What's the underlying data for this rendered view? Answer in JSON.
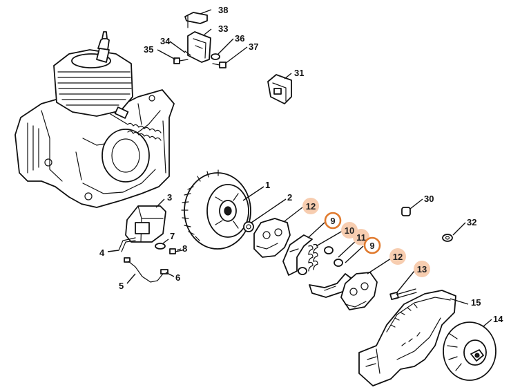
{
  "colors": {
    "highlight_fill": "#f7cdb0",
    "highlight_ring": "#e07a2e",
    "line": "#111111",
    "background": "#ffffff"
  },
  "callouts": [
    {
      "id": "38",
      "label": "38",
      "style": "plain"
    },
    {
      "id": "33",
      "label": "33",
      "style": "plain"
    },
    {
      "id": "34",
      "label": "34",
      "style": "plain"
    },
    {
      "id": "35",
      "label": "35",
      "style": "plain"
    },
    {
      "id": "36",
      "label": "36",
      "style": "plain"
    },
    {
      "id": "37",
      "label": "37",
      "style": "plain"
    },
    {
      "id": "31",
      "label": "31",
      "style": "plain"
    },
    {
      "id": "1",
      "label": "1",
      "style": "plain"
    },
    {
      "id": "2",
      "label": "2",
      "style": "plain"
    },
    {
      "id": "3",
      "label": "3",
      "style": "plain"
    },
    {
      "id": "4",
      "label": "4",
      "style": "plain"
    },
    {
      "id": "5",
      "label": "5",
      "style": "plain"
    },
    {
      "id": "6",
      "label": "6",
      "style": "plain"
    },
    {
      "id": "7",
      "label": "7",
      "style": "plain"
    },
    {
      "id": "8",
      "label": "8",
      "style": "plain"
    },
    {
      "id": "12a",
      "label": "12",
      "style": "filled"
    },
    {
      "id": "9a",
      "label": "9",
      "style": "ring"
    },
    {
      "id": "10",
      "label": "10",
      "style": "filled"
    },
    {
      "id": "11",
      "label": "11",
      "style": "filled"
    },
    {
      "id": "9b",
      "label": "9",
      "style": "ring"
    },
    {
      "id": "12b",
      "label": "12",
      "style": "filled"
    },
    {
      "id": "13",
      "label": "13",
      "style": "filled"
    },
    {
      "id": "30",
      "label": "30",
      "style": "plain"
    },
    {
      "id": "32",
      "label": "32",
      "style": "plain"
    },
    {
      "id": "15",
      "label": "15",
      "style": "plain"
    },
    {
      "id": "14",
      "label": "14",
      "style": "plain"
    }
  ]
}
